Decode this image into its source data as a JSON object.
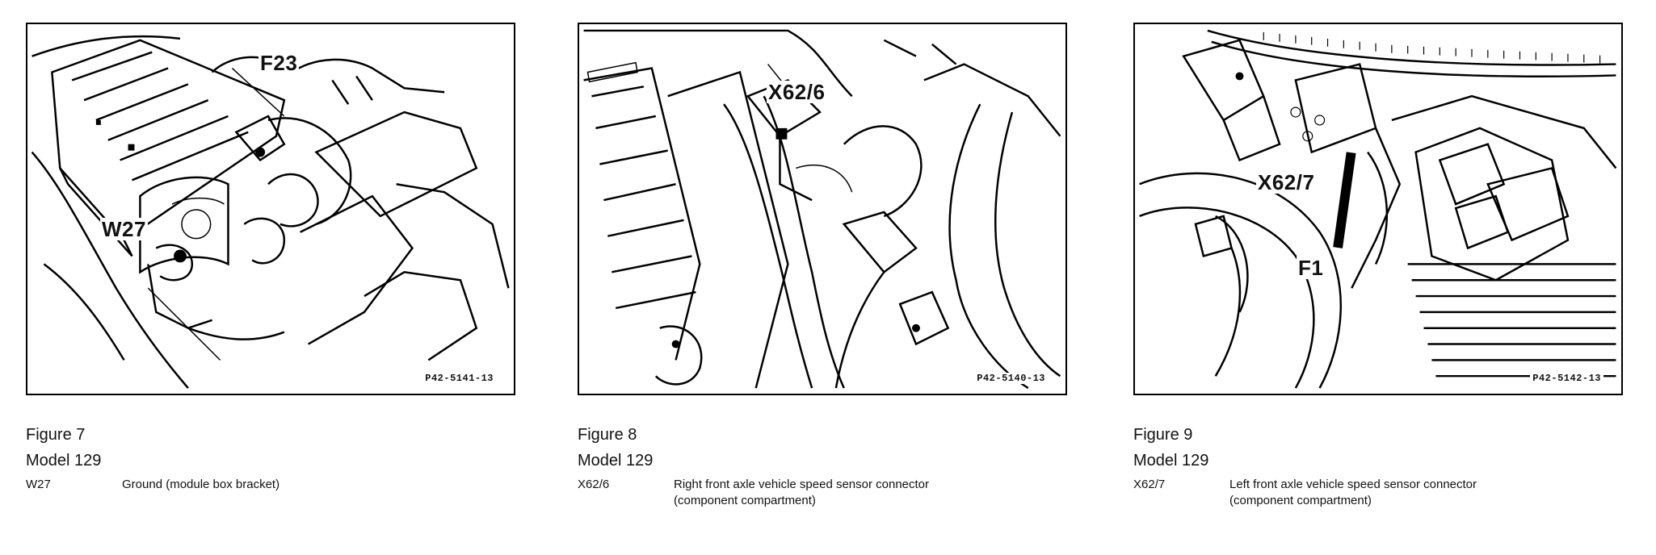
{
  "figures": [
    {
      "figure_label": "Figure 7",
      "model": "Model 129",
      "ref_code": "P42-5141-13",
      "callouts": [
        "F23",
        "W27"
      ],
      "legend": [
        {
          "code": "W27",
          "description": "Ground (module box bracket)"
        }
      ]
    },
    {
      "figure_label": "Figure 8",
      "model": "Model 129",
      "ref_code": "P42-5140-13",
      "callouts": [
        "X62/6"
      ],
      "legend": [
        {
          "code": "X62/6",
          "description": "Right front axle vehicle speed sensor connector\n(component compartment)"
        }
      ]
    },
    {
      "figure_label": "Figure 9",
      "model": "Model 129",
      "ref_code": "P42-5142-13",
      "callouts": [
        "X62/7",
        "F1"
      ],
      "legend": [
        {
          "code": "X62/7",
          "description": "Left front axle vehicle speed sensor connector\n(component compartment)"
        }
      ]
    }
  ]
}
